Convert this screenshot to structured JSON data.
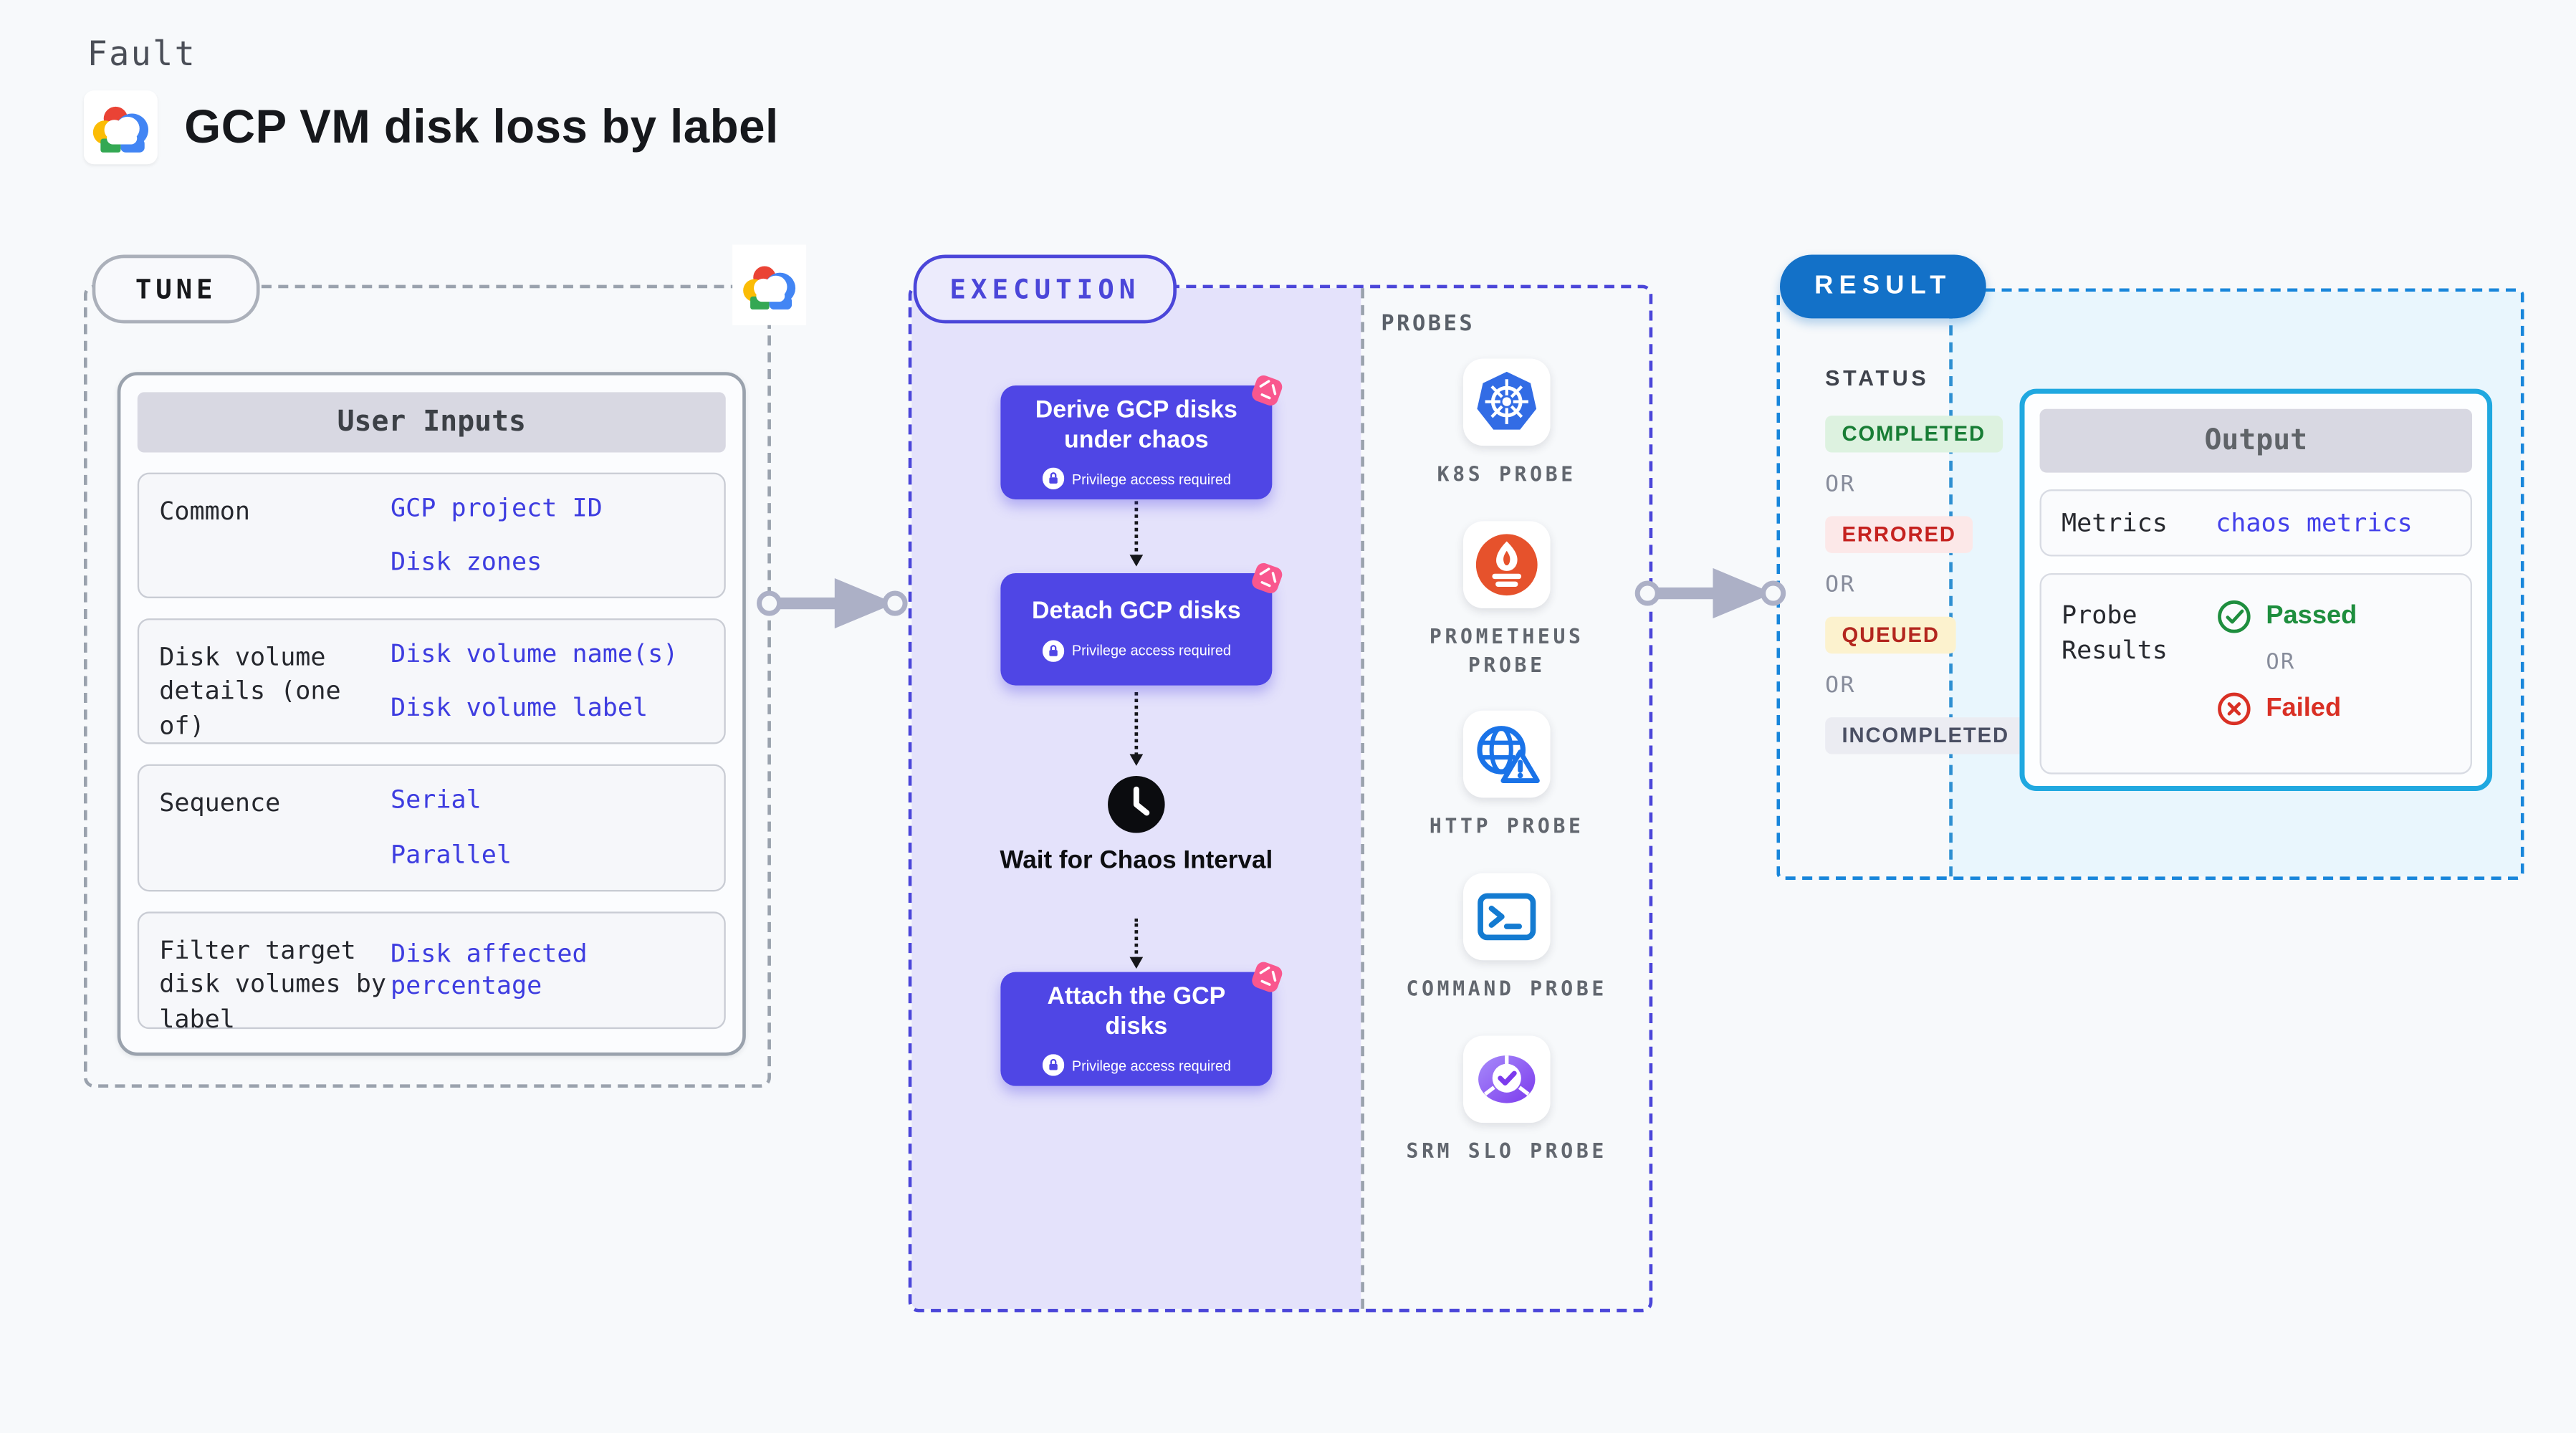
{
  "page": {
    "kicker": "Fault",
    "title": "GCP VM disk loss by label"
  },
  "tune": {
    "badge": "TUNE",
    "table": {
      "header": "User Inputs",
      "rows": [
        {
          "label": "Common",
          "values": [
            "GCP project ID",
            "Disk zones"
          ]
        },
        {
          "label": "Disk volume details (one of)",
          "values": [
            "Disk volume name(s)",
            "Disk volume label"
          ]
        },
        {
          "label": "Sequence",
          "values": [
            "Serial",
            "Parallel"
          ]
        },
        {
          "label": "Filter target disk volumes by label",
          "values": [
            "Disk affected percentage"
          ]
        }
      ]
    }
  },
  "execution": {
    "badge": "EXECUTION",
    "privilege_note": "Privilege access required",
    "steps": [
      {
        "title": "Derive GCP disks under chaos"
      },
      {
        "title": "Detach GCP disks"
      },
      {
        "title": "Wait for Chaos Interval"
      },
      {
        "title": "Attach the GCP disks"
      }
    ]
  },
  "probes": {
    "label": "PROBES",
    "items": [
      {
        "name": "K8S PROBE",
        "icon": "kubernetes-icon"
      },
      {
        "name": "PROMETHEUS PROBE",
        "icon": "prometheus-icon"
      },
      {
        "name": "HTTP PROBE",
        "icon": "globe-warning-icon"
      },
      {
        "name": "COMMAND PROBE",
        "icon": "terminal-icon"
      },
      {
        "name": "SRM SLO PROBE",
        "icon": "slo-gauge-icon"
      }
    ]
  },
  "result": {
    "badge": "RESULT",
    "status_label": "STATUS",
    "or_label": "OR",
    "statuses": [
      {
        "label": "COMPLETED",
        "fg": "#187D35",
        "bg": "#DDF2E0"
      },
      {
        "label": "ERRORED",
        "fg": "#C5221F",
        "bg": "#FCE8E8"
      },
      {
        "label": "QUEUED",
        "fg": "#B3261E",
        "bg": "#FCF2CE"
      },
      {
        "label": "INCOMPLETED",
        "fg": "#4A4F63",
        "bg": "#EBECF2"
      }
    ],
    "output": {
      "header": "Output",
      "metrics_label": "Metrics",
      "metrics_value": "chaos metrics",
      "probe_results_label": "Probe Results",
      "passed": "Passed",
      "failed": "Failed"
    }
  },
  "colors": {
    "page_bg": "#F7F9FB",
    "node_purple": "#4F46E5",
    "execution_panel": "#E4E2FB",
    "execution_border": "#4B46D9",
    "tune_border": "#9AA2AD",
    "result_border": "#1886DB",
    "result_badge": "#1371C8",
    "result_panel": "#E9F6FD",
    "output_border": "#20A8E0",
    "link_blue": "#3D3CE0",
    "arrow_gray": "#ACB0C6",
    "spark_pink": "#F9578E",
    "passed_green": "#1E8E3E",
    "failed_red": "#D93025"
  }
}
